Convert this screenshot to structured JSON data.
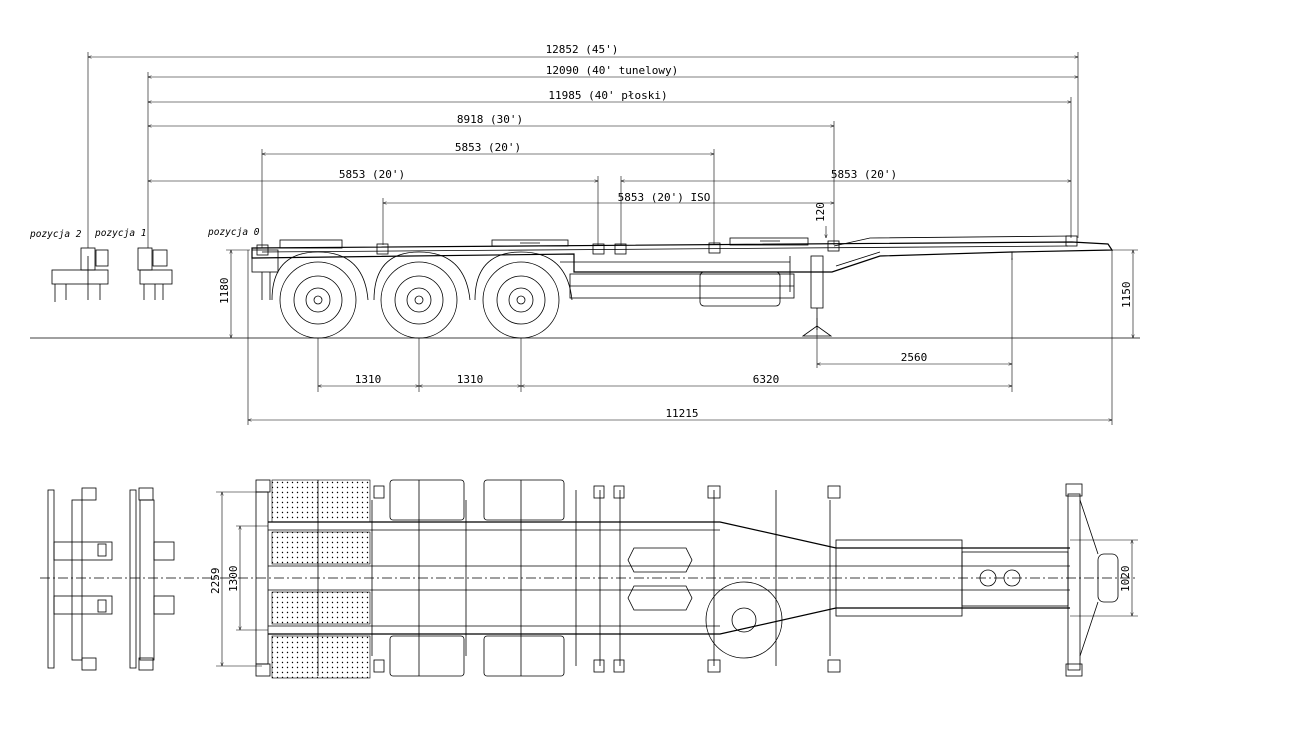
{
  "side_view": {
    "dims": {
      "d45": "12852 (45')",
      "d40t": "12090 (40' tunelowy)",
      "d40p": "11985 (40' płoski)",
      "d30": "8918 (30')",
      "d20a": "5853 (20')",
      "d20b": "5853 (20')",
      "d20c": "5853 (20')",
      "d20iso": "5853 (20') ISO",
      "d120": "120",
      "h1180": "1180",
      "h1150": "1150",
      "a1310a": "1310",
      "a1310b": "1310",
      "d6320": "6320",
      "d2560": "2560",
      "d11215": "11215"
    },
    "positions": {
      "p2": "pozycja 2",
      "p1": "pozycja 1",
      "p0": "pozycja 0"
    }
  },
  "top_view": {
    "dims": {
      "w2259": "2259",
      "w1300": "1300",
      "w1020": "1020"
    }
  }
}
